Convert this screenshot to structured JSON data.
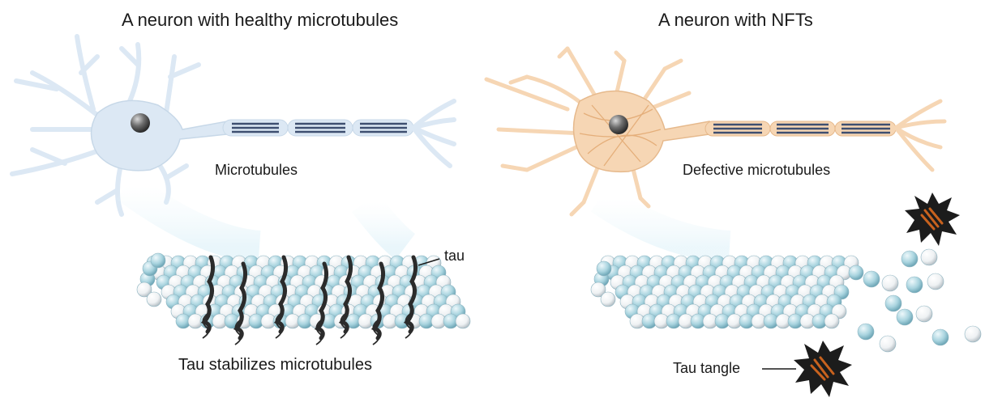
{
  "left_panel": {
    "title": "A neuron with healthy microtubules",
    "neuron_label": "Microtubules",
    "tau_label": "tau",
    "caption": "Tau stabilizes microtubules"
  },
  "right_panel": {
    "title": "A neuron with NFTs",
    "neuron_label": "Defective microtubules",
    "tangle_label": "Tau tangle"
  },
  "colors": {
    "healthy_neuron": "#dce8f4",
    "diseased_neuron": "#f6d6b4",
    "microtubule_blue": "#a9d4df",
    "microtubule_white": "#f1f4f6",
    "tau_protein": "#2b2b2b",
    "tangle": "#1c1c1c",
    "tangle_core": "#c8621e"
  }
}
